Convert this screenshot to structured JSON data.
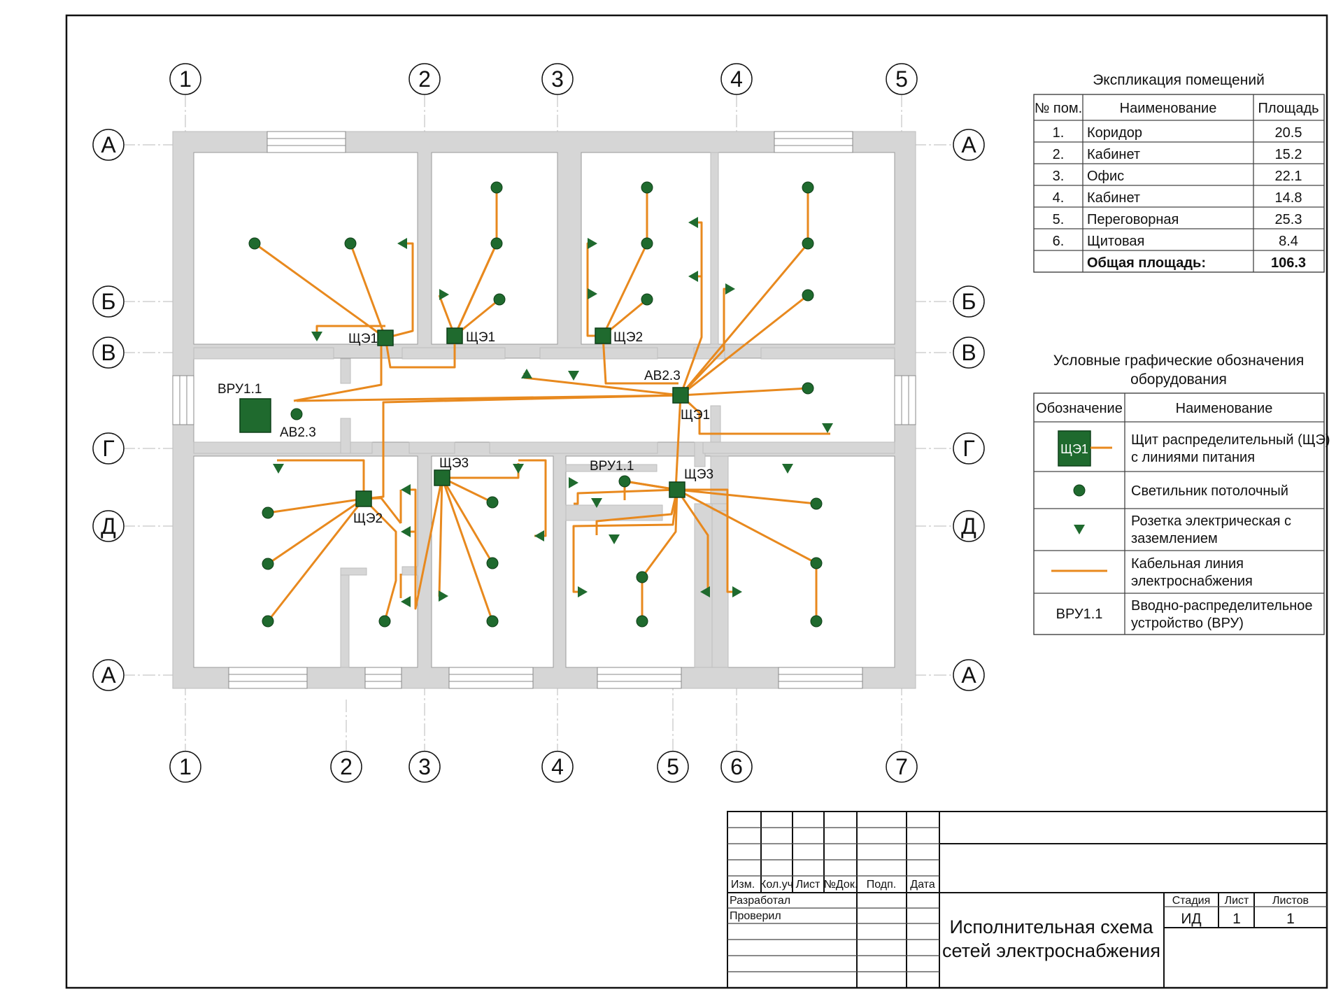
{
  "axes": {
    "top": [
      "1",
      "2",
      "3",
      "4",
      "5"
    ],
    "bottom": [
      "1",
      "2",
      "3",
      "4",
      "5",
      "6",
      "7"
    ],
    "rows_left": [
      "А",
      "Б",
      "В",
      "Г",
      "Д",
      "А"
    ],
    "rows_right": [
      "А",
      "Б",
      "В",
      "Г",
      "Д",
      "А"
    ]
  },
  "plan_labels": {
    "shche1_a": "ЩЭ1",
    "shche1_b": "ЩЭ1",
    "shche2_a": "ЩЭ2",
    "av23_a": "АВ2.3",
    "shche1_c": "ЩЭ1",
    "vru11_a": "ВРУ1.1",
    "av23_b": "АВ2.3",
    "shche3_a": "ЩЭ3",
    "shche2_b": "ЩЭ2",
    "vru11_b": "ВРУ1.1",
    "shche3_b": "ЩЭ3"
  },
  "explication": {
    "title": "Экспликация помещений",
    "headers": [
      "№ пом.",
      "Наименование",
      "Площадь"
    ],
    "rows": [
      {
        "num": "1.",
        "name": "Коридор",
        "area": "20.5"
      },
      {
        "num": "2.",
        "name": "Кабинет",
        "area": "15.2"
      },
      {
        "num": "3.",
        "name": "Офис",
        "area": "22.1"
      },
      {
        "num": "4.",
        "name": "Кабинет",
        "area": "14.8"
      },
      {
        "num": "5.",
        "name": "Переговорная",
        "area": "25.3"
      },
      {
        "num": "6.",
        "name": "Щитовая",
        "area": "8.4"
      }
    ],
    "total_label": "Общая площадь:",
    "total_value": "106.3"
  },
  "legend": {
    "title_line1": "Условные графические обозначения",
    "title_line2": "оборудования",
    "headers": [
      "Обозначение",
      "Наименование"
    ],
    "panel_symbol_text": "ЩЭ1",
    "items": [
      {
        "line1": "Щит распределительный (ЩЭ)",
        "line2": "с линиями питания"
      },
      {
        "line1": "Светильник потолочный",
        "line2": ""
      },
      {
        "line1": "Розетка электрическая с",
        "line2": "заземлением"
      },
      {
        "line1": "Кабельная линия",
        "line2": "электроснабжения"
      },
      {
        "line1": "Вводно-распределительное",
        "line2": "устройство (ВРУ)"
      }
    ],
    "vru_symbol_text": "ВРУ1.1"
  },
  "stamp": {
    "columns": [
      "Изм.",
      "Кол.уч",
      "Лист",
      "№Док.",
      "Подп.",
      "Дата"
    ],
    "roles": [
      "Разработал",
      "Проверил"
    ],
    "title_line1": "Исполнительная схема",
    "title_line2": "сетей электроснабжения",
    "stage_header": "Стадия",
    "sheet_header": "Лист",
    "sheets_header": "Листов",
    "stage": "ИД",
    "sheet": "1",
    "sheets": "1"
  },
  "colors": {
    "cable": "#e8891e",
    "equipment": "#1f6a2e",
    "wall": "#d6d6d6"
  }
}
